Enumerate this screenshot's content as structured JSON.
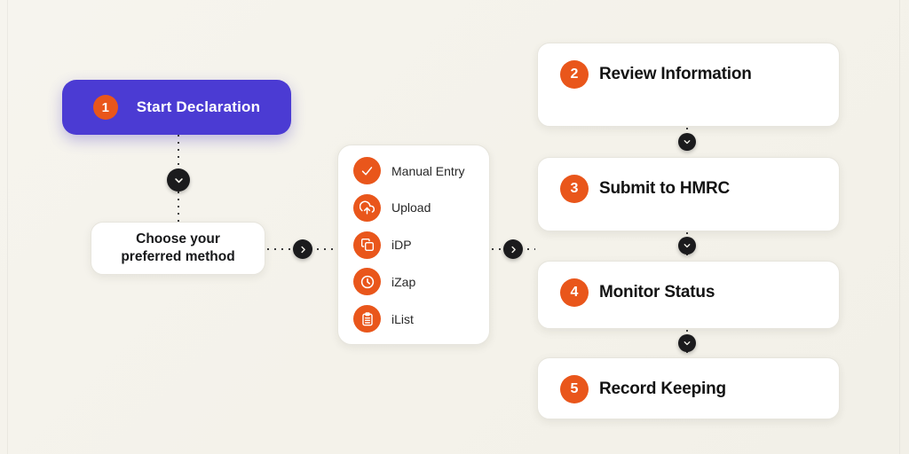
{
  "flow": {
    "start": {
      "number": "1",
      "label": "Start Declaration"
    },
    "choose": {
      "line1": "Choose your",
      "line2": "preferred method"
    },
    "methods": [
      {
        "icon": "check-icon",
        "label": "Manual Entry"
      },
      {
        "icon": "cloud-upload-icon",
        "label": "Upload"
      },
      {
        "icon": "copy-document-icon",
        "label": "iDP"
      },
      {
        "icon": "clock-icon",
        "label": "iZap"
      },
      {
        "icon": "clipboard-grid-icon",
        "label": "iList"
      }
    ],
    "steps": [
      {
        "number": "2",
        "label": "Review Information"
      },
      {
        "number": "3",
        "label": "Submit to HMRC"
      },
      {
        "number": "4",
        "label": "Monitor Status"
      },
      {
        "number": "5",
        "label": "Record Keeping"
      }
    ],
    "connector_nodes": [
      "chevron-down",
      "chevron-right"
    ]
  },
  "colors": {
    "background": "#F4F2EA",
    "accent_purple": "#4B3BD3",
    "accent_orange": "#E9561B",
    "connector_node": "#1B1B1D",
    "card_background": "#FFFFFF",
    "card_border": "#E7E5DD",
    "text_dark": "#17181A"
  }
}
